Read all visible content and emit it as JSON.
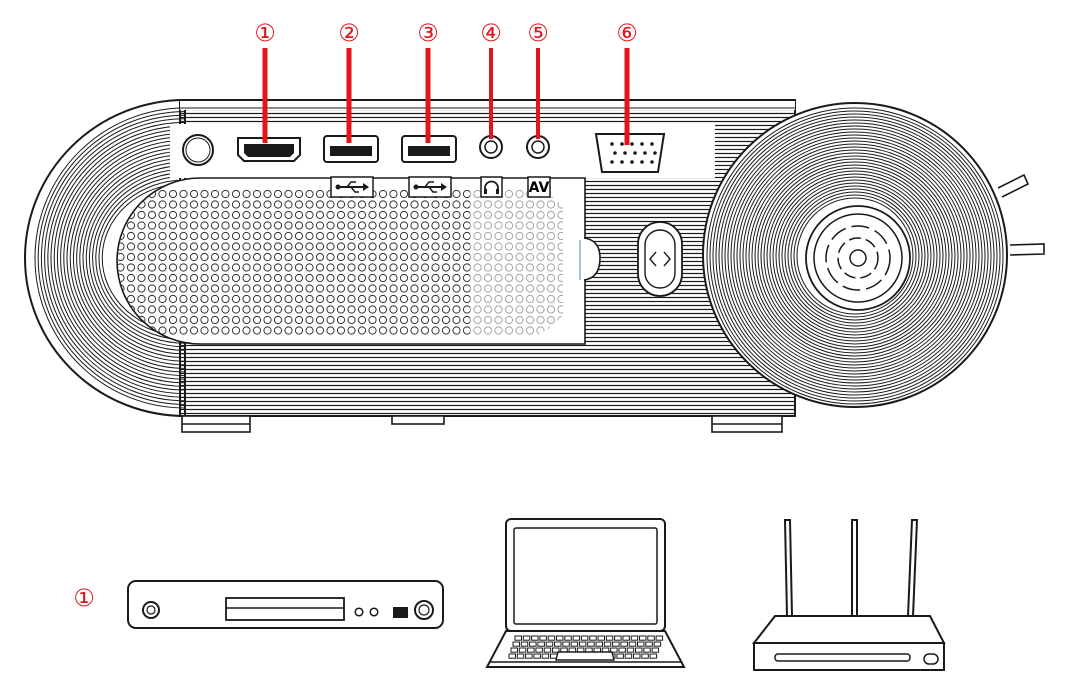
{
  "diagram": {
    "callouts": [
      {
        "id": "port-1",
        "label": "①",
        "port": "HDMI"
      },
      {
        "id": "port-2",
        "label": "②",
        "port": "USB"
      },
      {
        "id": "port-3",
        "label": "③",
        "port": "USB"
      },
      {
        "id": "port-4",
        "label": "④",
        "port": "Headphone"
      },
      {
        "id": "port-5",
        "label": "⑤",
        "port": "AV"
      },
      {
        "id": "port-6",
        "label": "⑥",
        "port": "VGA"
      }
    ],
    "port_labels": {
      "av": "AV"
    },
    "devices_callout": "①",
    "devices": [
      "dvd-player",
      "laptop",
      "router"
    ],
    "colors": {
      "callout": "#e0161b",
      "line": "#1a1a1a"
    }
  }
}
